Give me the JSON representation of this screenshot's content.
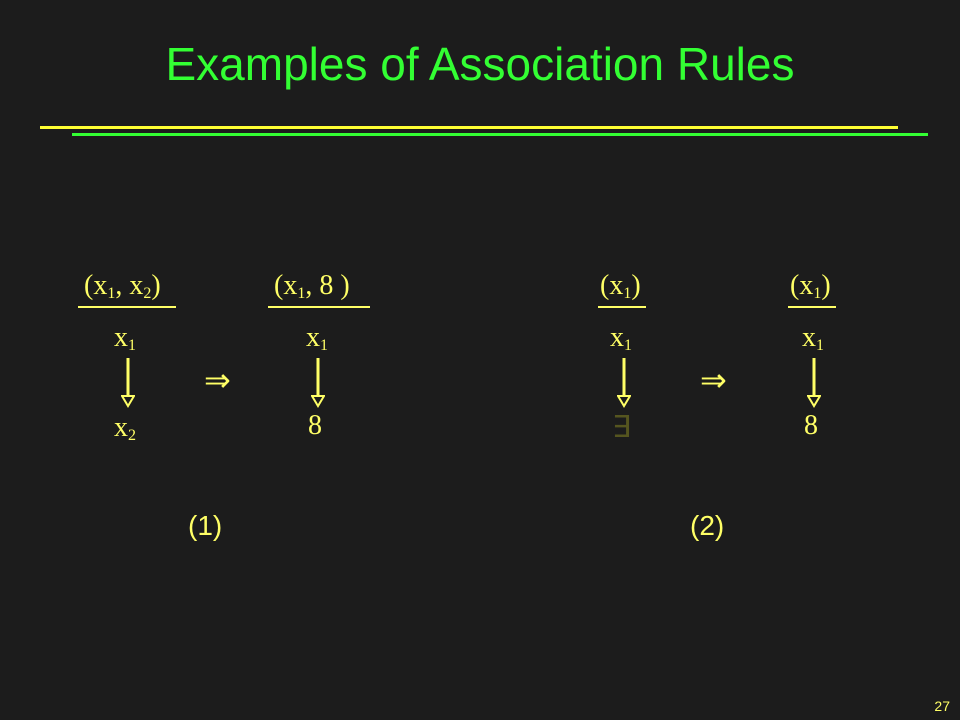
{
  "slide": {
    "title": "Examples of Association Rules",
    "page_number": "27"
  },
  "colors": {
    "background": "#1c1c1c",
    "title": "#33ff33",
    "math": "#ffff66",
    "faded": "#55551f"
  },
  "example1": {
    "label": "(1)",
    "lhs": {
      "tuple": {
        "open": "(x",
        "s1": "1",
        "mid": ", x",
        "s2": "2",
        "close": ")"
      },
      "top": {
        "base": "x",
        "sub": "1"
      },
      "bottom": {
        "base": "x",
        "sub": "2"
      }
    },
    "implies": "⇒",
    "rhs": {
      "tuple": {
        "open": "(x",
        "s1": "1",
        "rest": ", 8 )"
      },
      "top": {
        "base": "x",
        "sub": "1"
      },
      "bottom": "8"
    }
  },
  "example2": {
    "label": "(2)",
    "lhs": {
      "tuple": {
        "open": "(x",
        "s1": "1",
        "close": ")"
      },
      "top": {
        "base": "x",
        "sub": "1"
      },
      "bottom": "∃"
    },
    "implies": "⇒",
    "rhs": {
      "tuple": {
        "open": "(x",
        "s1": "1",
        "close": ")"
      },
      "top": {
        "base": "x",
        "sub": "1"
      },
      "bottom": "8"
    }
  }
}
